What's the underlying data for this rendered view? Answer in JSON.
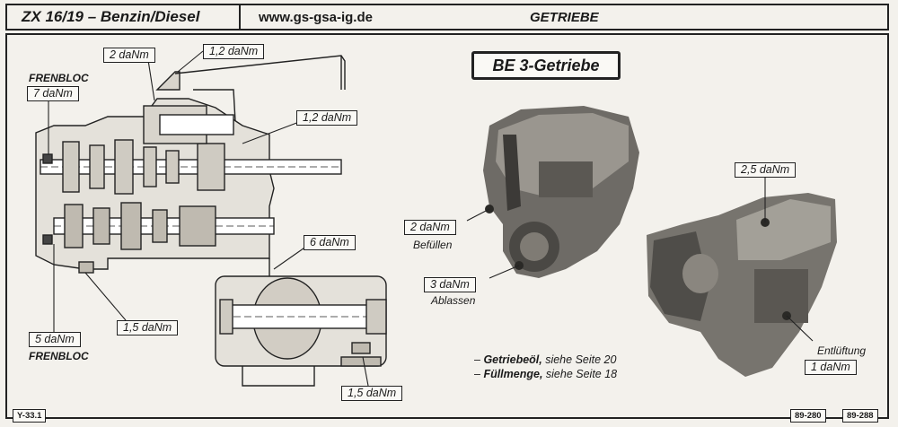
{
  "header": {
    "model": "ZX 16/19 – Benzin/Diesel",
    "url": "www.gs-gsa-ig.de",
    "section": "GETRIEBE"
  },
  "title": "BE 3-Getriebe",
  "left_drawing": {
    "frenbloc_top": "FRENBLOC",
    "frenbloc_top_value": "7 daNm",
    "torque_2": "2 daNm",
    "torque_1_2_top": "1,2 daNm",
    "torque_1_2_right": "1,2 daNm",
    "torque_6": "6 daNm",
    "torque_1_5_mid": "1,5 daNm",
    "frenbloc_bottom_value": "5 daNm",
    "frenbloc_bottom": "FRENBLOC",
    "torque_1_5_bottom": "1,5 daNm"
  },
  "middle_photo": {
    "fill_value": "2 daNm",
    "fill_text": "Befüllen",
    "drain_value": "3 daNm",
    "drain_text": "Ablassen"
  },
  "right_photo": {
    "top_value": "2,5 daNm",
    "vent_text": "Entlüftung",
    "vent_value": "1 daNm"
  },
  "notes": [
    {
      "dash": "–",
      "key": "Getriebeöl,",
      "rest": " siehe Seite 20"
    },
    {
      "dash": "–",
      "key": "Füllmenge,",
      "rest": " siehe Seite 18"
    }
  ],
  "footer": {
    "left": "Y-33.1",
    "ref1": "89-280",
    "ref2": "89-288"
  }
}
